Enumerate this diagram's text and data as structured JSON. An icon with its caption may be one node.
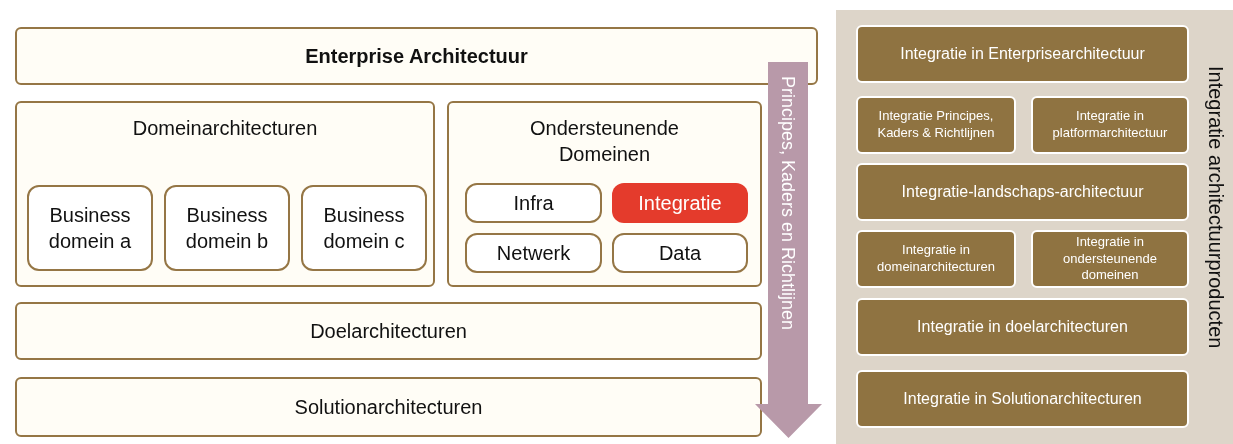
{
  "diagram": {
    "nodes": [
      {
        "text": [
          "Enterprise Architectuur"
        ]
      },
      {
        "text": [
          "Domeinarchitecturen"
        ]
      },
      {
        "text": [
          "Business domein a"
        ],
        "in": 1
      },
      {
        "text": [
          "Business domein b"
        ],
        "in": 1
      },
      {
        "text": [
          "Business domein c"
        ],
        "in": 1
      },
      {
        "text": [
          "Ondersteunende Domeinen"
        ]
      },
      {
        "text": [
          "Infra"
        ],
        "in": 5
      },
      {
        "text": [
          "Integratie"
        ],
        "in": 5
      },
      {
        "text": [
          "Netwerk"
        ],
        "in": 5
      },
      {
        "text": [
          "Data"
        ],
        "in": 5
      },
      {
        "text": [
          "Doelarchitecturen"
        ]
      },
      {
        "text": [
          "Solutionarchitecturen"
        ]
      },
      {
        "text": [
          "Principes, Kaders en Richtlijnen"
        ]
      },
      {
        "text": [
          "Integratie architectuurproducten"
        ]
      },
      {
        "text": [
          "Integratie in Enterprisearchitectuur"
        ],
        "in": 13
      },
      {
        "text": [
          "Integratie Principes, Kaders & Richtlijnen"
        ],
        "in": 13
      },
      {
        "text": [
          "Integratie in platformarchitectuur"
        ],
        "in": 13
      },
      {
        "text": [
          "Integratie-landschaps-architectuur"
        ],
        "in": 13
      },
      {
        "text": [
          "Integratie in domeinarchitecturen"
        ],
        "in": 13
      },
      {
        "text": [
          "Integratie in ondersteunende domeinen"
        ],
        "in": 13
      },
      {
        "text": [
          "Integratie in doelarchitecturen"
        ],
        "in": 13
      },
      {
        "text": [
          "Integratie in Solutionarchitecturen"
        ],
        "in": 13
      }
    ]
  }
}
